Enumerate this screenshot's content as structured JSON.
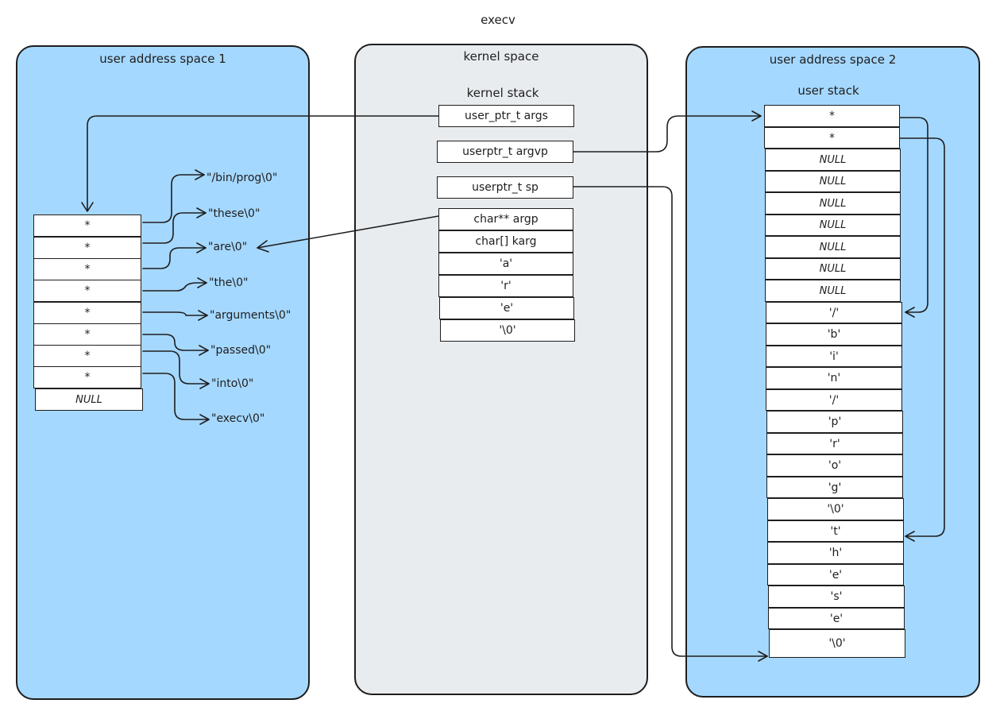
{
  "title": "execv",
  "panels": {
    "user1": {
      "title": "user address space 1"
    },
    "kernel": {
      "title": "kernel space",
      "stack_label": "kernel stack"
    },
    "user2": {
      "title": "user address space 2",
      "stack_label": "user stack"
    }
  },
  "kernel_stack": {
    "args": "user_ptr_t args",
    "argvp": "userptr_t argvp",
    "sp": "userptr_t sp",
    "items": [
      "char** argp",
      "char[] karg",
      "'a'",
      "'r'",
      "'e'",
      "'\\0'"
    ]
  },
  "user1_array": [
    "*",
    "*",
    "*",
    "*",
    "*",
    "*",
    "*",
    "*",
    "NULL"
  ],
  "user1_strings": [
    "\"/bin/prog\\0\"",
    "\"these\\0\"",
    "\"are\\0\"",
    "\"the\\0\"",
    "\"arguments\\0\"",
    "\"passed\\0\"",
    "\"into\\0\"",
    "\"execv\\0\""
  ],
  "user2_stack": [
    "*",
    "*",
    "NULL",
    "NULL",
    "NULL",
    "NULL",
    "NULL",
    "NULL",
    "NULL",
    "'/'",
    "'b'",
    "'i'",
    "'n'",
    "'/'",
    "'p'",
    "'r'",
    "'o'",
    "'g'",
    "'\\0'",
    "'t'",
    "'h'",
    "'e'",
    "'s'",
    "'e'",
    "'\\0'"
  ]
}
